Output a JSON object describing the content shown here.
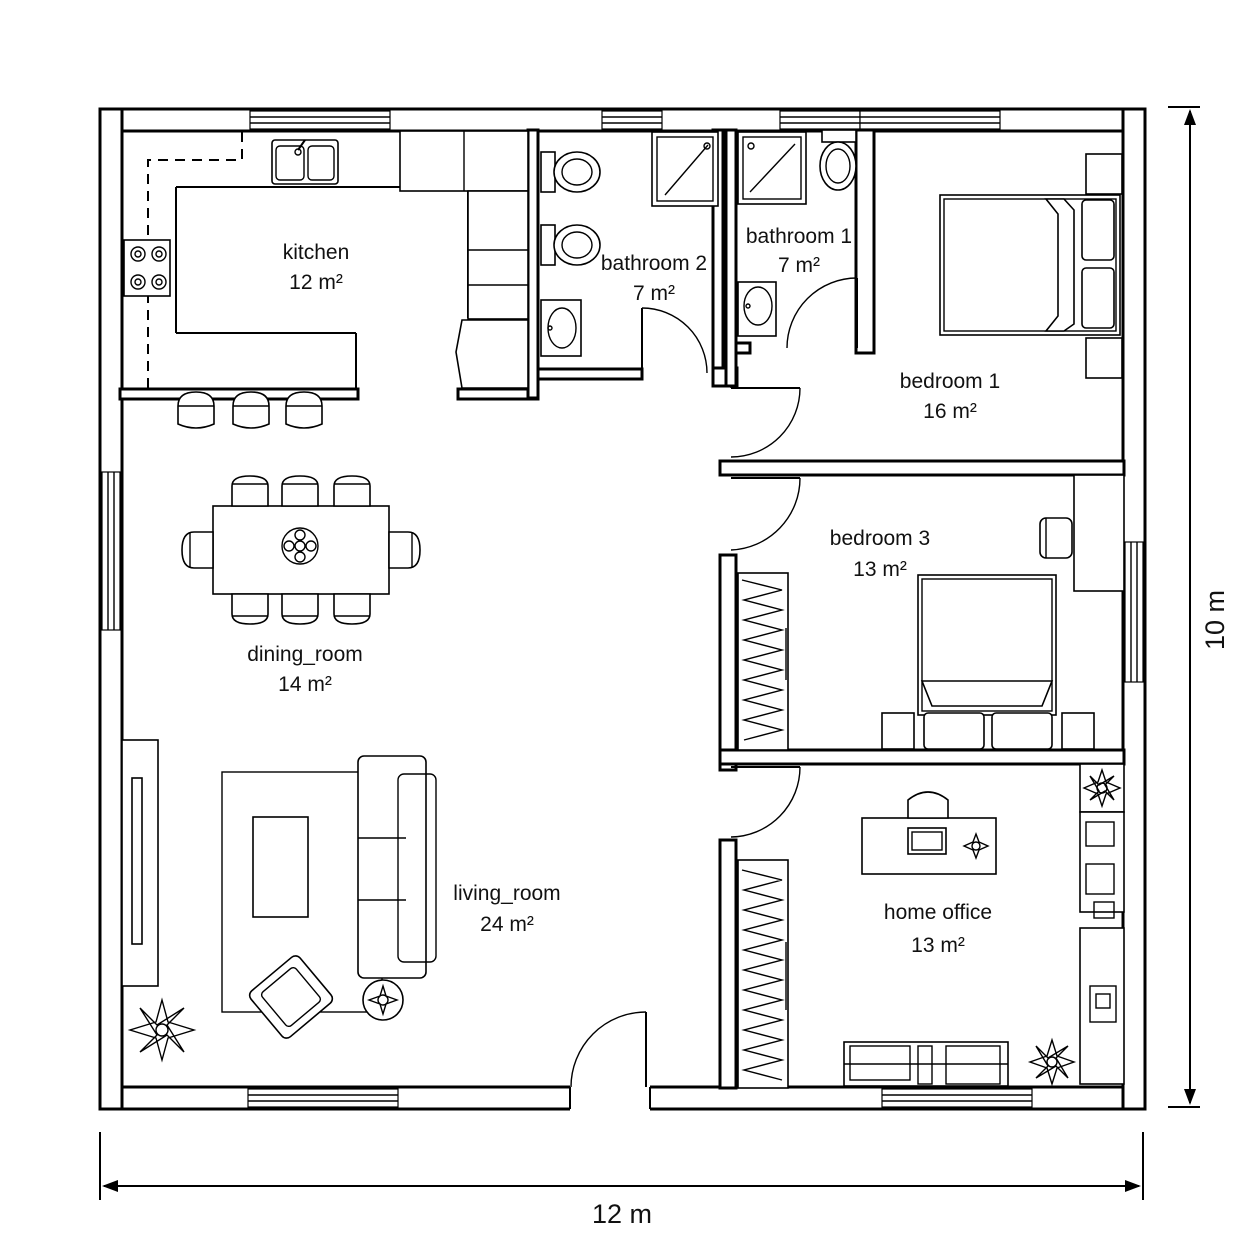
{
  "rooms": [
    {
      "name": "kitchen",
      "area": "12 m²"
    },
    {
      "name": "bathroom 2",
      "area": "7 m²"
    },
    {
      "name": "bathroom 1",
      "area": "7 m²"
    },
    {
      "name": "bedroom 1",
      "area": "16 m²"
    },
    {
      "name": "bedroom 3",
      "area": "13 m²"
    },
    {
      "name": "dining_room",
      "area": "14 m²"
    },
    {
      "name": "living_room",
      "area": "24 m²"
    },
    {
      "name": "home office",
      "area": "13 m²"
    }
  ],
  "dimensions": {
    "width": "12 m",
    "height": "10 m"
  }
}
